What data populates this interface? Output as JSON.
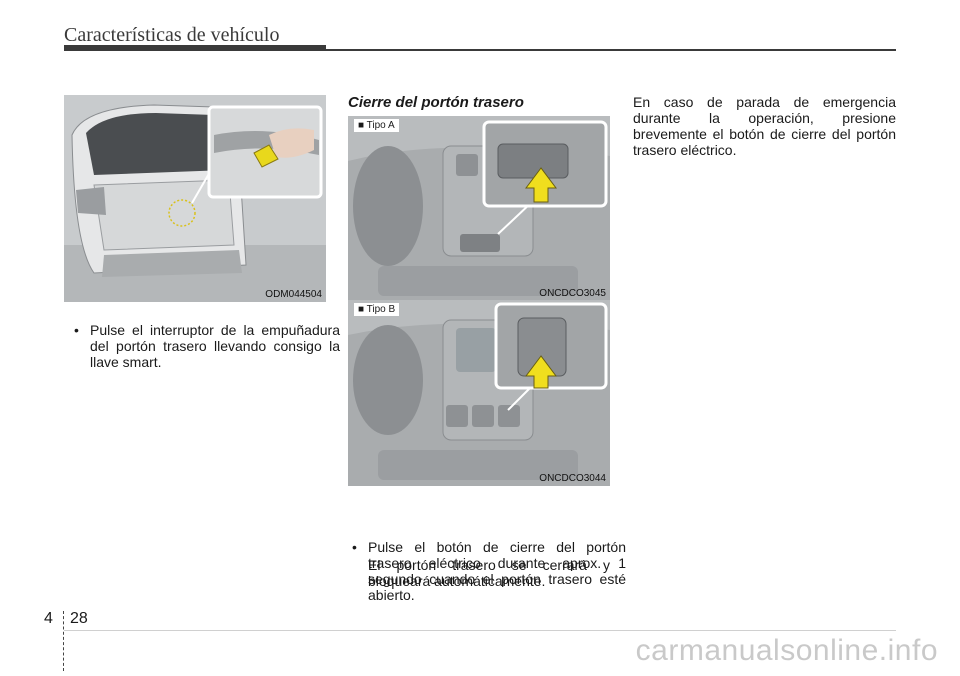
{
  "header": {
    "title": "Características de vehículo"
  },
  "figure1": {
    "code": "ODM044504"
  },
  "figure2": {
    "tag": "■ Tipo A",
    "code": "ONCDCO3045"
  },
  "figure3": {
    "tag": "■ Tipo B",
    "code": "ONCDCO3044"
  },
  "col1": {
    "bullet": "Pulse el interruptor de la empuñadura del portón trasero llevando consigo la llave smart."
  },
  "col2": {
    "section_title": "Cierre del portón trasero",
    "bullet": "Pulse el botón de cierre del portón trasero eléctrico durante aprox. 1 segundo cuando el portón trasero esté abierto.",
    "note": "El portón trasero se cerrará y bloqueará automáticamente."
  },
  "col3": {
    "paragraph": "En caso de parada de emergencia durante la operación, presione brevemente el botón de cierre del portón trasero eléctrico."
  },
  "footer": {
    "section": "4",
    "page": "28",
    "watermark": "carmanualsonline.info"
  }
}
